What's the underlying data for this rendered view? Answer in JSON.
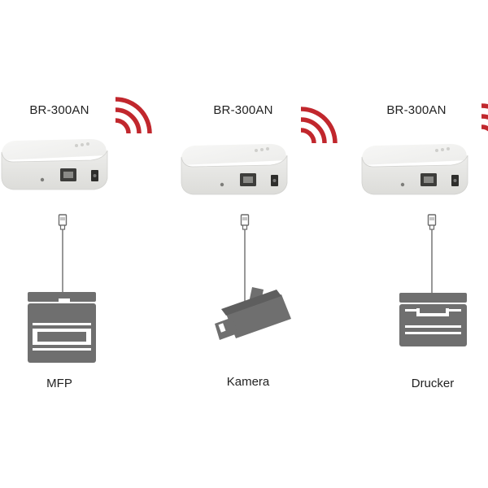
{
  "colors": {
    "wifi": "#c1272d",
    "bridge_body": "#e9e9e6",
    "bridge_top": "#f3f3f1",
    "icon_gray": "#6f6f6f",
    "cable": "#6b6b6b",
    "text": "#222222"
  },
  "bridges": [
    {
      "label": "BR-300AN",
      "icon": "wireless-bridge"
    },
    {
      "label": "BR-300AN",
      "icon": "wireless-bridge"
    },
    {
      "label": "BR-300AN",
      "icon": "wireless-bridge"
    }
  ],
  "endpoints": [
    {
      "label": "MFP",
      "icon": "multifunction-printer-icon"
    },
    {
      "label": "Kamera",
      "icon": "security-camera-icon"
    },
    {
      "label": "Drucker",
      "icon": "printer-icon"
    }
  ],
  "signal_icon": "wifi-signal-icon",
  "connector_icon": "ethernet-cable-icon"
}
